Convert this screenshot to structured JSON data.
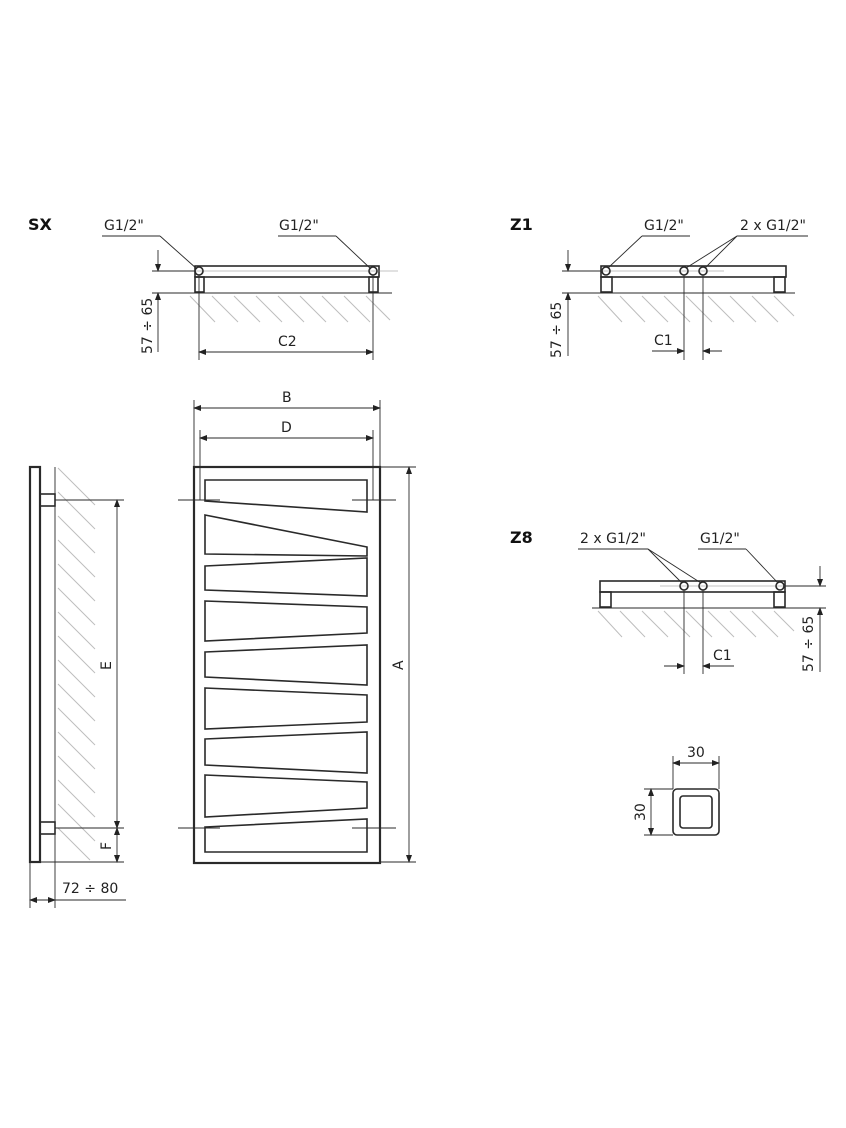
{
  "sections": {
    "sx": {
      "title": "SX",
      "conn_left": "G1/2\"",
      "conn_right": "G1/2\"",
      "wall_dist": "57 ÷ 65",
      "center_dist": "C2"
    },
    "z1": {
      "title": "Z1",
      "conn_single": "G1/2\"",
      "conn_double": "2 x G1/2\"",
      "wall_dist": "57 ÷ 65",
      "center_dist": "C1"
    },
    "z8": {
      "title": "Z8",
      "conn_double": "2 x G1/2\"",
      "conn_single": "G1/2\"",
      "wall_dist": "57 ÷ 65",
      "center_dist": "C1"
    }
  },
  "front": {
    "width": "B",
    "inner_width": "D",
    "height": "A"
  },
  "side": {
    "mount_spacing": "E",
    "bottom_offset": "F",
    "wall_depth": "72 ÷ 80"
  },
  "profile": {
    "width": "30",
    "height": "30"
  }
}
